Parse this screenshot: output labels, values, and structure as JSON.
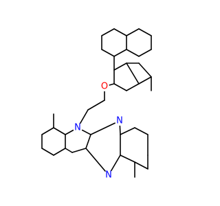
{
  "molecule": {
    "atoms": [
      {
        "id": "N_indole",
        "label": "N",
        "color": "#0000ff"
      },
      {
        "id": "N_pyrazine_top",
        "label": "N",
        "color": "#0000ff"
      },
      {
        "id": "N_pyrazine_bottom",
        "label": "N",
        "color": "#0000ff"
      },
      {
        "id": "O_ether",
        "label": "O",
        "color": "#ff0000"
      }
    ],
    "colors": {
      "bond": "#000000",
      "nitrogen": "#0000ff",
      "oxygen": "#ff0000",
      "background": "#ffffff"
    }
  }
}
